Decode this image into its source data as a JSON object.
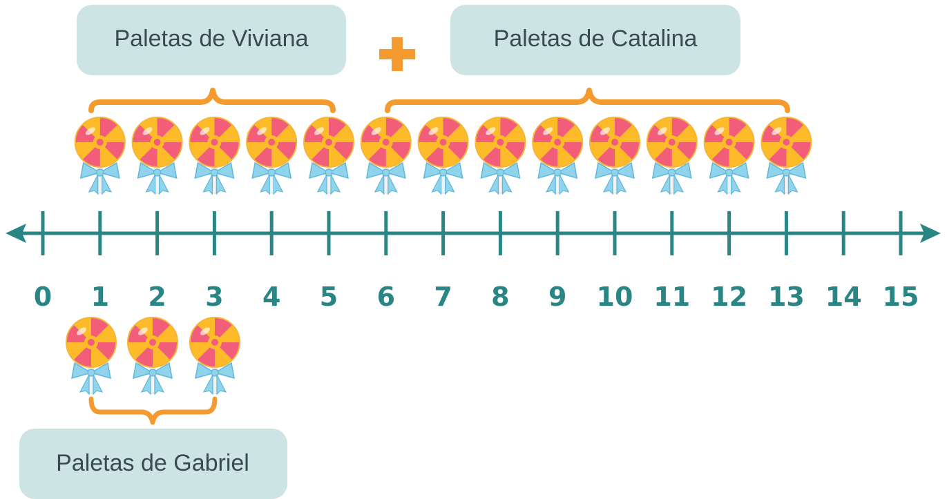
{
  "labels": {
    "viviana": "Paletas de Viviana",
    "catalina": "Paletas de Catalina",
    "gabriel": "Paletas de Gabriel"
  },
  "number_line": {
    "min": 0,
    "max": 15,
    "ticks": [
      "0",
      "1",
      "2",
      "3",
      "4",
      "5",
      "6",
      "7",
      "8",
      "9",
      "10",
      "11",
      "12",
      "13",
      "14",
      "15"
    ]
  },
  "groups": {
    "viviana": {
      "from": 1,
      "to": 5,
      "count": 5
    },
    "catalina": {
      "from": 6,
      "to": 13,
      "count": 8
    },
    "gabriel": {
      "count": 3
    }
  },
  "icons": {
    "plus": "plus-icon",
    "lollipop": "lollipop-icon"
  },
  "colors": {
    "line": "#2a8585",
    "label_box": "#cde4e4",
    "brace": "#f39b2f",
    "plus": "#f39b2f",
    "candy_pink": "#f25e7a",
    "candy_yellow": "#fdbb2a",
    "ribbon": "#8fd3ec",
    "stick": "#f1f1f1"
  }
}
